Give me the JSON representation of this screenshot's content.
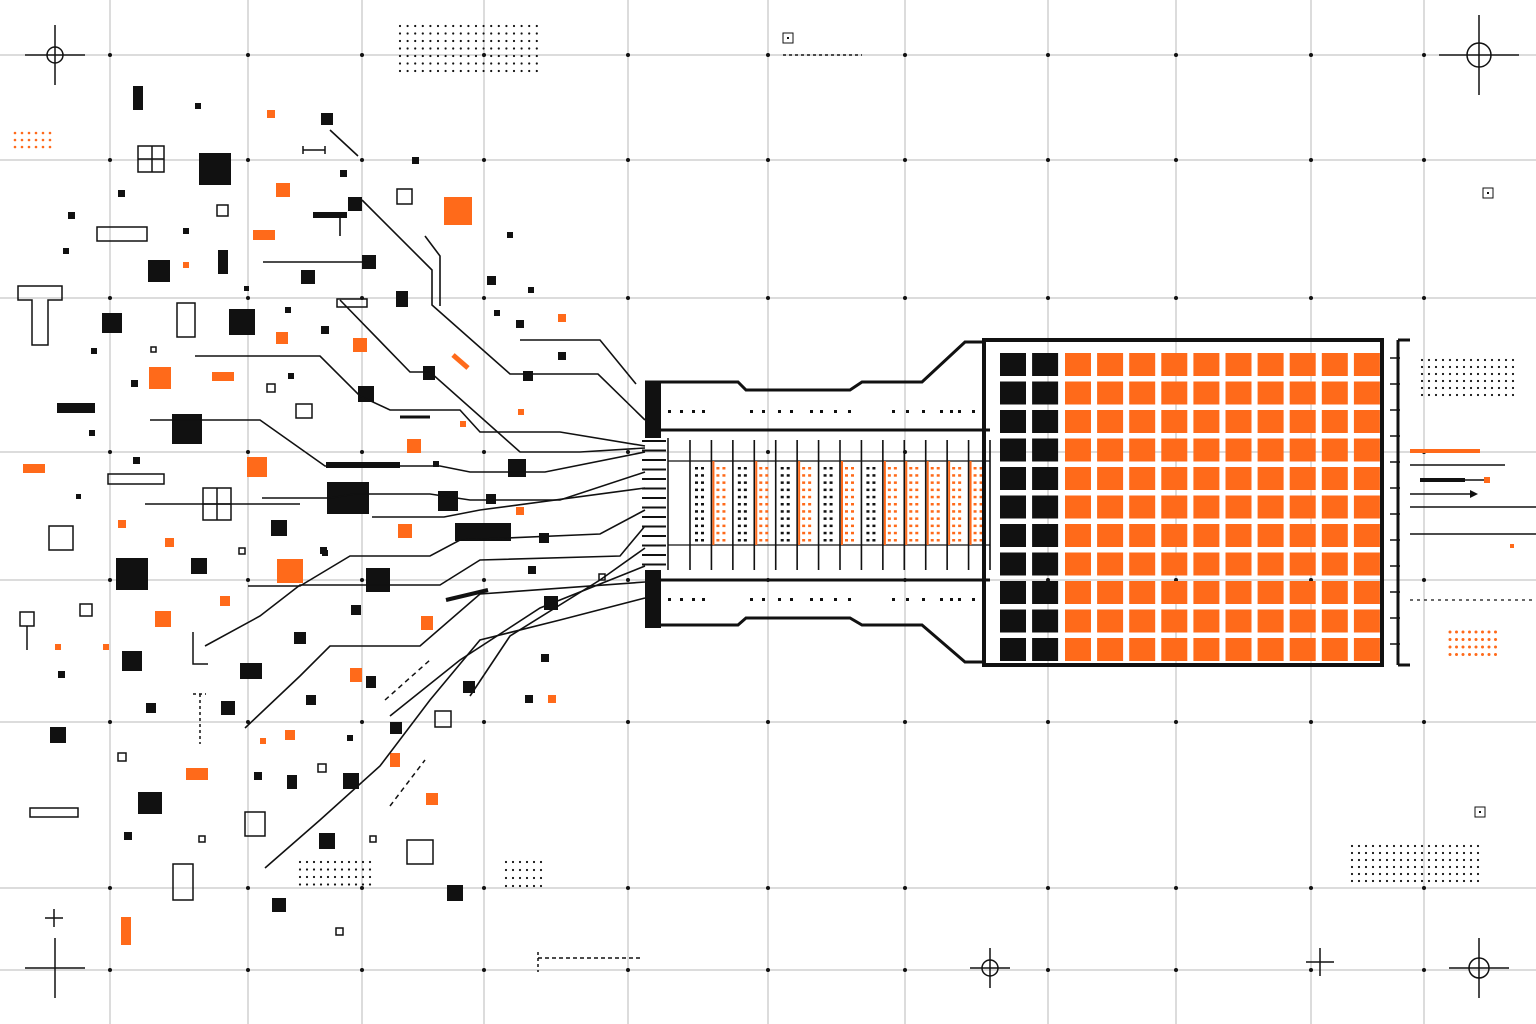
{
  "colors": {
    "background": "#ffffff",
    "grid": "#b9b9b9",
    "ink": "#111111",
    "accent": "#ff6a1a"
  },
  "matrix": {
    "rows": 11,
    "dark_columns": 2,
    "accent_columns": 10
  },
  "bus": {
    "lanes": 14
  }
}
